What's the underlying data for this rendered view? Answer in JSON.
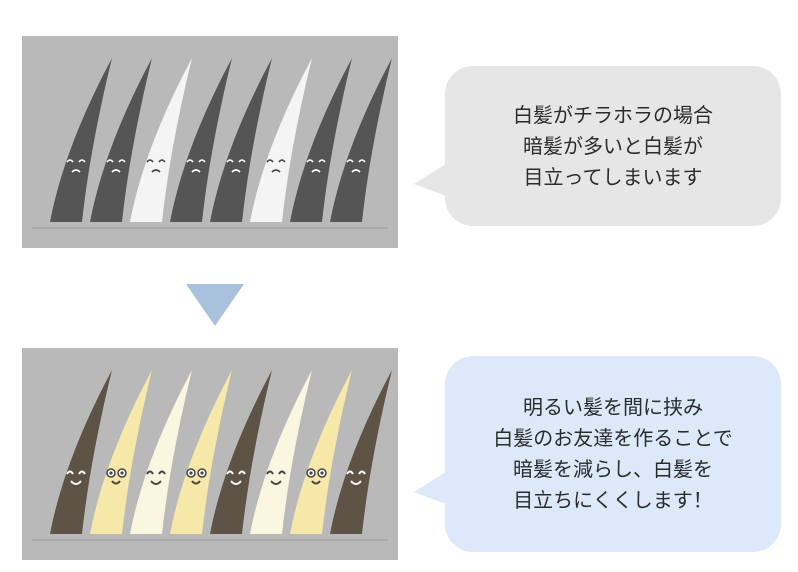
{
  "top": {
    "message_lines": [
      "白髪がチラホラの場合",
      "暗髪が多いと白髪が",
      "目立ってしまいます"
    ],
    "strand_colors": [
      "#555555",
      "#555555",
      "#f4f4f4",
      "#555555",
      "#555555",
      "#f4f4f4",
      "#555555",
      "#555555"
    ],
    "strand_faces": [
      "sad",
      "sad",
      "sad",
      "sad",
      "sad",
      "sad",
      "sad",
      "sad"
    ]
  },
  "bottom": {
    "message_lines": [
      "明るい髪を間に挟み",
      "白髪のお友達を作ることで",
      "暗髪を減らし、白髪を",
      "目立ちにくくします！"
    ],
    "strand_colors": [
      "#5e5446",
      "#f6e8a8",
      "#fbf6df",
      "#f6e8a8",
      "#5e5446",
      "#fbf6df",
      "#f6e8a8",
      "#5e5446"
    ],
    "strand_faces": [
      "smile",
      "glasses",
      "smile",
      "glasses",
      "smile",
      "smile",
      "glasses",
      "smile"
    ]
  },
  "colors": {
    "panel_bg": "#b9b9b9",
    "bubble_top_bg": "#e6e6e6",
    "bubble_bottom_bg": "#dbe9fa",
    "arrow": "#a9c1dc"
  }
}
